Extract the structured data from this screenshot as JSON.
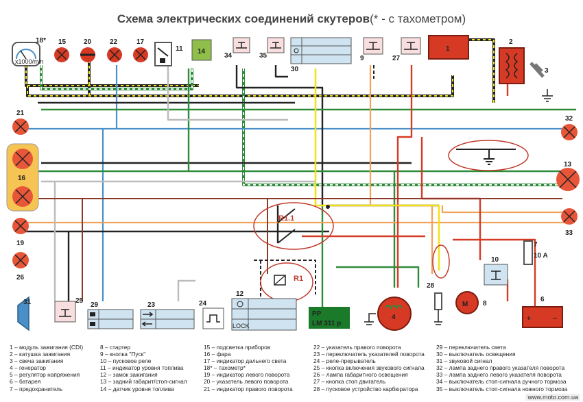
{
  "title": {
    "main": "Схема электрических соединений скутеров",
    "sub": "(* - с тахометром)"
  },
  "component_labels": {
    "c18": "18*",
    "c15": "15",
    "c20": "20",
    "c22": "22",
    "c17": "17",
    "c11": "11",
    "c14": "14",
    "c34": "34",
    "c35": "35",
    "c30": "30",
    "c9": "9",
    "c27": "27",
    "c1": "1",
    "c2": "2",
    "c3": "3",
    "c21": "21",
    "c16": "16",
    "c19": "19",
    "c26": "26",
    "c32": "32",
    "c13": "13",
    "c33": "33",
    "c7": "7",
    "c7val": "10 A",
    "c10": "10",
    "c8": "8",
    "c6": "6",
    "c31": "31",
    "c25": "25",
    "c29": "29",
    "c23": "23",
    "c24": "24",
    "c12": "12",
    "c28": "28",
    "c4": "4",
    "r11": "R1.1",
    "r1": "R1",
    "lock": "LOCK",
    "pp1": "PP",
    "pp2": "LM 311 p",
    "tach_scale": "x1000/min"
  },
  "legend": {
    "col1": [
      "1 – модуль зажигания (CDI)",
      "2 – катушка зажигания",
      "3 – свеча зажигания",
      "4 – генератор",
      "5 – регулятор напряжения",
      "6 – батарея",
      "7 – предохранитель"
    ],
    "col2": [
      "8 – стартер",
      "9 – кнопка \"Пуск\"",
      "10 – пусковое реле",
      "11 – индикатор уровня топлива",
      "12 – замок зажигания",
      "13 – задний габарит/стоп-сигнал",
      "14 – датчик уровня топлива"
    ],
    "col3": [
      "15 – подсветка приборов",
      "16 – фара",
      "17 – индикатор дальнего света",
      "18* – тахометр*",
      "19 – индикатор левого поворота",
      "20 – указатель левого поворота",
      "21 – индикатор правого поворота"
    ],
    "col4": [
      "22 – указатель правого поворота",
      "23 – переключатель указателей поворота",
      "24 – реле-прерыватель",
      "25 – кнопка включения звукового сигнала",
      "26 – лампа габаритного освещения",
      "27 – кнопка стоп двигатель",
      "28 – пусковое устройство карбюратора"
    ],
    "col5": [
      "29 – переключатель света",
      "30 – выключатель освещения",
      "31 – звуковой сигнал",
      "32 – лампа заднего правого указателя поворота",
      "33 – лампа заднего левого указателя поворота",
      "34 – выключатель стоп-сигнала ручного тормоза",
      "35 – выключатель стоп-сигнала ножного тормоза"
    ]
  },
  "watermark": "www.moto.com.ua",
  "colors": {
    "red": "#d63a24",
    "lamp": "#e8563a",
    "green": "#2e8b3a",
    "blue": "#4a8fc8",
    "yellow": "#f2e21a",
    "orange": "#f0a25a",
    "black": "#222222",
    "white_wire": "#bbbbbb",
    "annotation": "#c0392b"
  }
}
